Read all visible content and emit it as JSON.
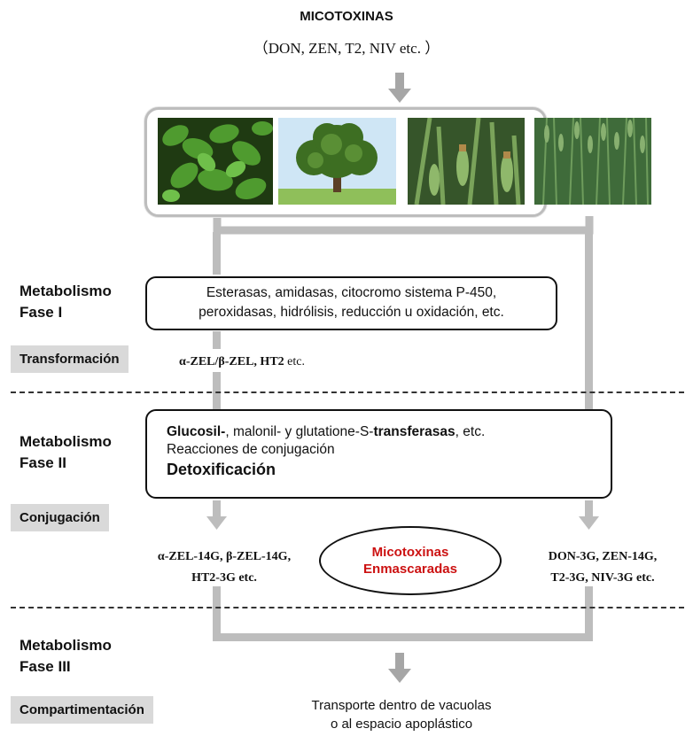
{
  "header": {
    "title": "MICOTOXINAS",
    "subtitle": "（DON, ZEN, T2, NIV etc. ）"
  },
  "phases": [
    {
      "label_line1": "Metabolismo",
      "label_line2": "Fase I",
      "process": "Transformación"
    },
    {
      "label_line1": "Metabolismo",
      "label_line2": "Fase II",
      "process": "Conjugación"
    },
    {
      "label_line1": "Metabolismo",
      "label_line2": "Fase III",
      "process": "Compartimentación"
    }
  ],
  "phase1_box": {
    "line1": "Esterasas, amidasas, citocromo sistema P-450,",
    "line2": "peroxidasas, hidrólisis, reducción u oxidación,  etc."
  },
  "phase1_products": {
    "bold": "α-ZEL/β-ZEL, HT2",
    "rest": " etc."
  },
  "phase2_box": {
    "glucosil": "Glucosil-",
    "mid": ", malonil- y glutatione-S-",
    "transferasas": "transferasas",
    "end": ", etc.",
    "line2": "Reacciones de conjugación",
    "line3": "Detoxificación"
  },
  "phase2_products_left": {
    "line1": "α-ZEL-14G, β-ZEL-14G,",
    "line2": "HT2-3G etc."
  },
  "phase2_products_right": {
    "line1": "DON-3G, ZEN-14G,",
    "line2": "T2-3G, NIV-3G etc."
  },
  "masked": {
    "line1": "Micotoxinas",
    "line2": "Enmascaradas"
  },
  "phase3_result": {
    "line1": "Transporte dentro de vacuolas",
    "line2": "o al espacio apoplástico"
  },
  "colors": {
    "arrow_gray": "#a6a6a6",
    "label_bg": "#d9d9d9",
    "masked_text": "#cc1111"
  },
  "photos": [
    "seedling-plants-photo",
    "tree-photo",
    "corn-plants-photo",
    "wheat-field-photo"
  ]
}
